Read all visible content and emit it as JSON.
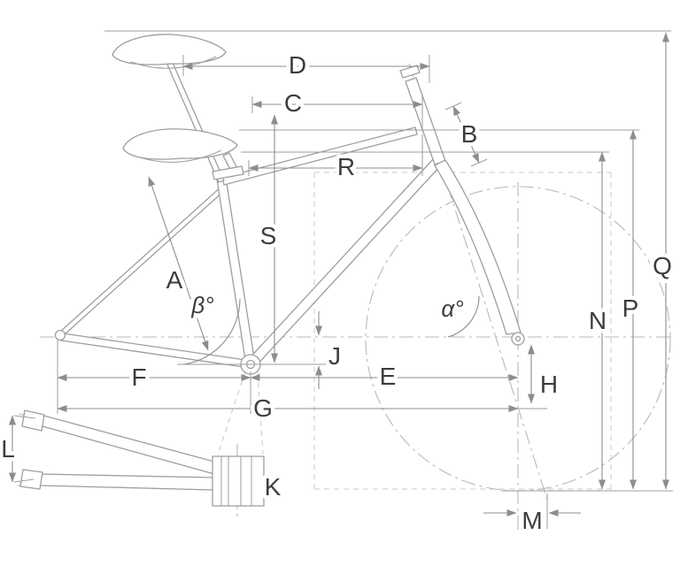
{
  "diagram": {
    "type": "bicycle-frame-geometry",
    "colors": {
      "line": "#9e9e9e",
      "dimension": "#8d8d8d",
      "centerline": "#b8b8b8",
      "label": "#3d3d3d",
      "background": "#ffffff"
    },
    "labels": {
      "D": "D",
      "C": "C",
      "B": "B",
      "R": "R",
      "S": "S",
      "A": "A",
      "beta": "β°",
      "alpha": "α°",
      "J": "J",
      "F": "F",
      "E": "E",
      "G": "G",
      "H": "H",
      "K": "K",
      "L": "L",
      "M": "M",
      "N": "N",
      "P": "P",
      "Q": "Q"
    }
  }
}
